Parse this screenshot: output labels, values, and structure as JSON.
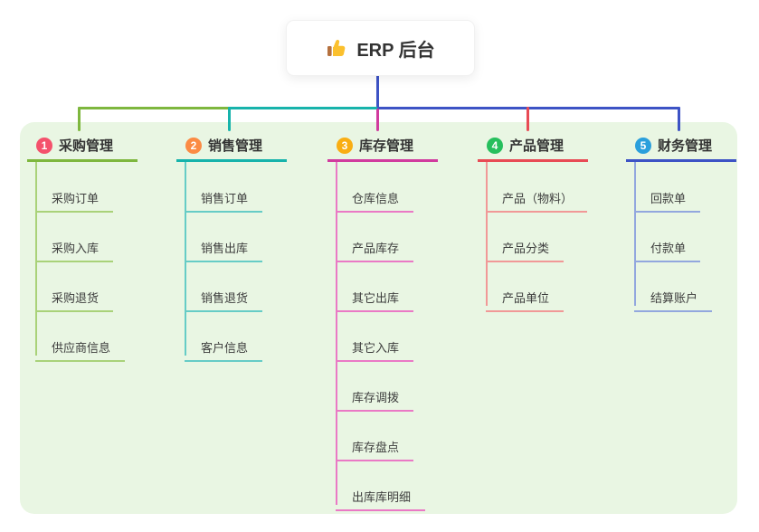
{
  "root": {
    "title": "ERP 后台",
    "icon": "thumbs-up-icon",
    "connector_color": "#3d53c5"
  },
  "panel_bg": "#e9f6e3",
  "branches": [
    {
      "badge": "1",
      "label": "采购管理",
      "color": "#7eb73e",
      "light_color": "#a9d279",
      "badge_color": "#f4516c",
      "children": [
        "采购订单",
        "采购入库",
        "采购退货",
        "供应商信息"
      ]
    },
    {
      "badge": "2",
      "label": "销售管理",
      "color": "#17b3ab",
      "light_color": "#66ccc6",
      "badge_color": "#fb8b44",
      "children": [
        "销售订单",
        "销售出库",
        "销售退货",
        "客户信息"
      ]
    },
    {
      "badge": "3",
      "label": "库存管理",
      "color": "#d13b9e",
      "light_color": "#ea79c5",
      "badge_color": "#f9ae13",
      "children": [
        "仓库信息",
        "产品库存",
        "其它出库",
        "其它入库",
        "库存调拨",
        "库存盘点",
        "出库库明细"
      ]
    },
    {
      "badge": "4",
      "label": "产品管理",
      "color": "#e84b55",
      "light_color": "#f19897",
      "badge_color": "#26bf5d",
      "children": [
        "产品（物料）",
        "产品分类",
        "产品单位"
      ]
    },
    {
      "badge": "5",
      "label": "财务管理",
      "color": "#3d53c5",
      "light_color": "#92a7de",
      "badge_color": "#2a9fdc",
      "children": [
        "回款单",
        "付款单",
        "结算账户"
      ]
    }
  ]
}
